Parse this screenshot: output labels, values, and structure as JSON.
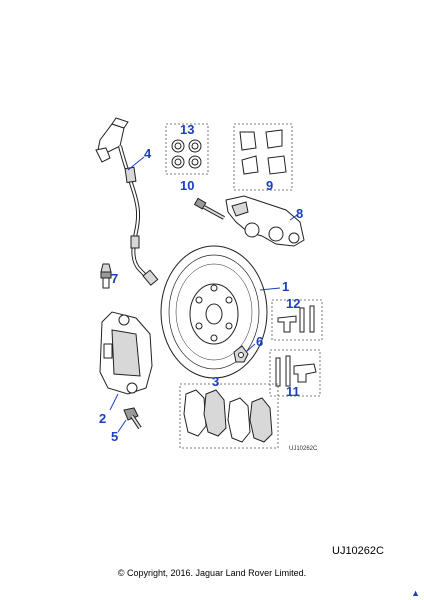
{
  "diagram": {
    "callouts": [
      "1",
      "2",
      "3",
      "4",
      "5",
      "6",
      "7",
      "8",
      "9",
      "10",
      "11",
      "12",
      "13"
    ],
    "drawing_id": "UJ10262C",
    "accent_color": "#1a3fc0"
  },
  "footer": {
    "reference_code": "UJ10262C",
    "copyright": "© Copyright, 2016. Jaguar Land Rover Limited.",
    "corner_mark": "▲"
  }
}
